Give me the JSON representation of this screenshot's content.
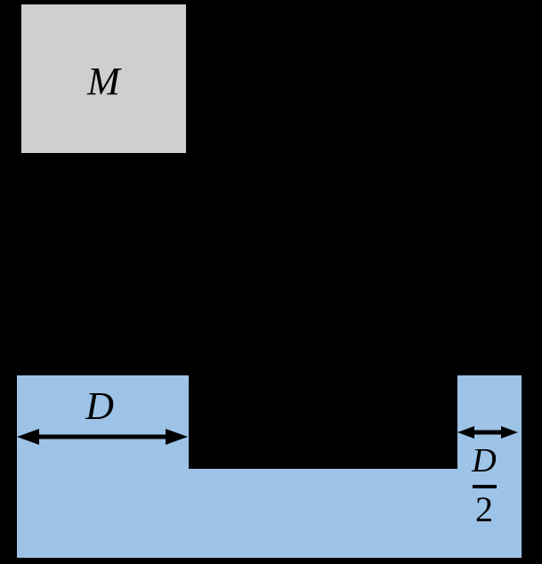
{
  "diagram": {
    "mass_label": "M",
    "left_width_label": "D",
    "right_width_fraction": {
      "numerator": "D",
      "denominator": "2"
    }
  },
  "colors": {
    "background": "#000000",
    "mass_block_fill": "#D0CECE",
    "fluid_fill": "#9DC3E6",
    "arrow": "#000000",
    "text": "#000000"
  }
}
